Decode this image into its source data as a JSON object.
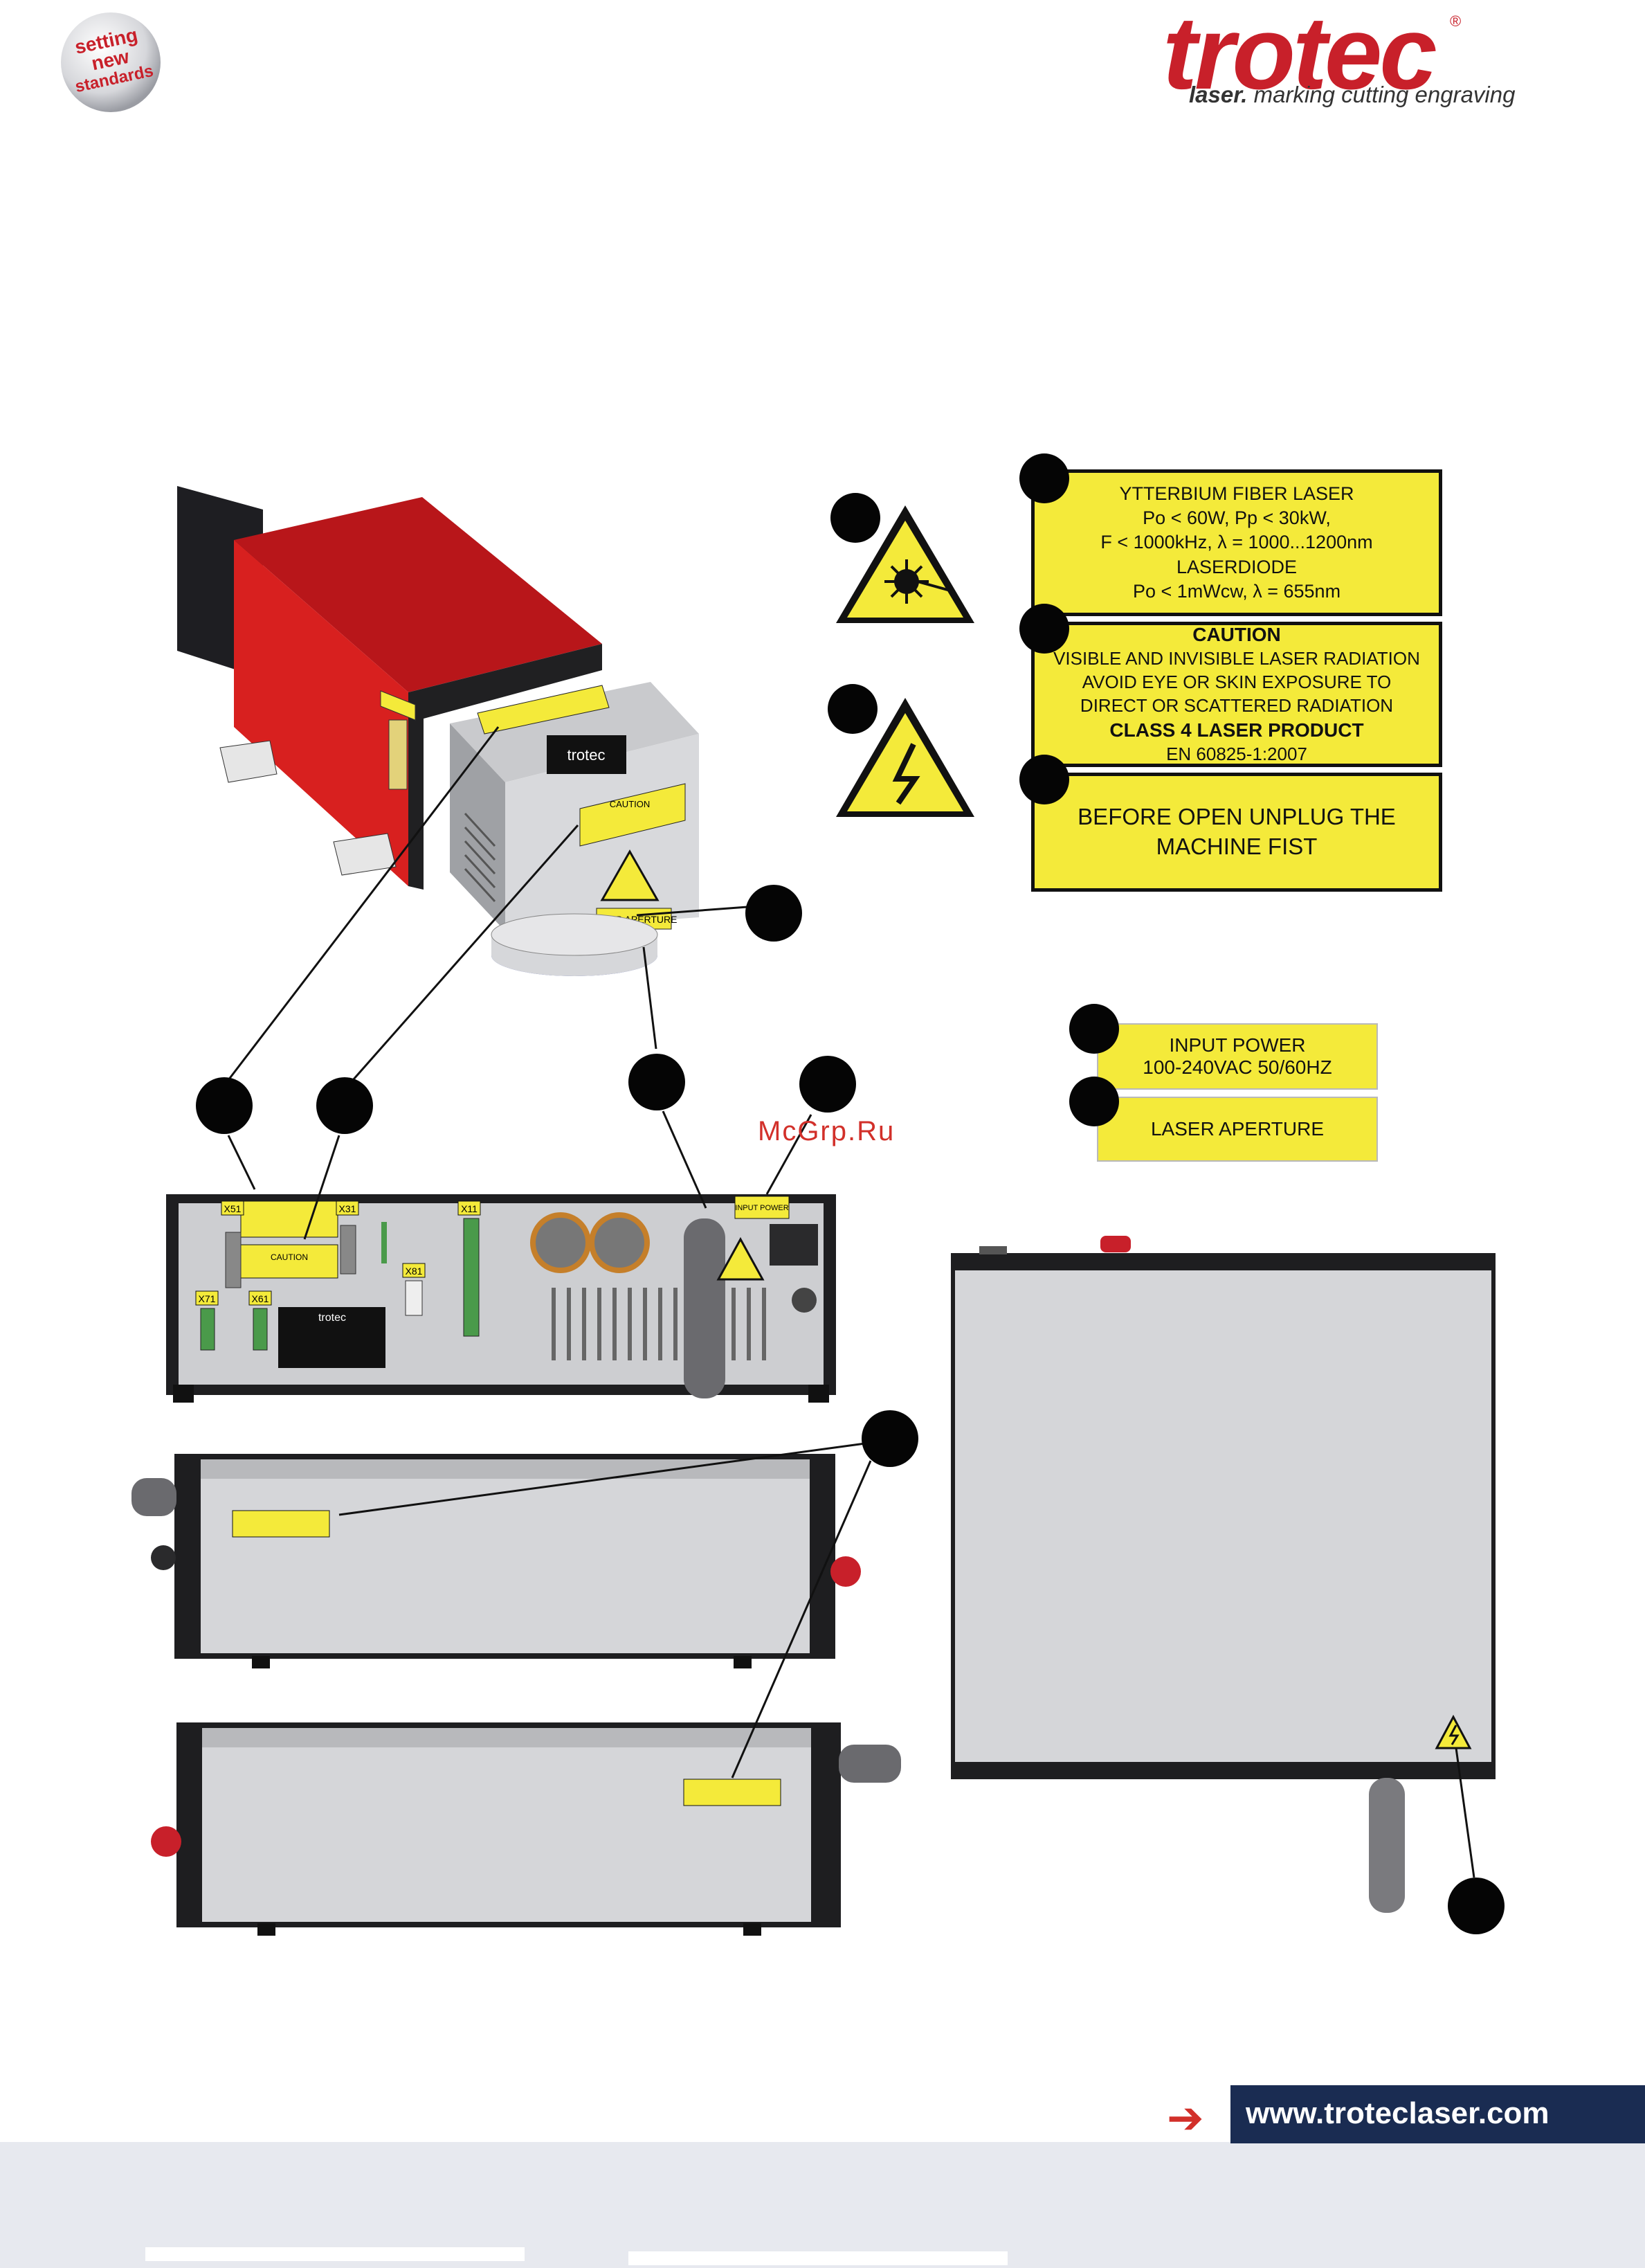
{
  "header": {
    "seal_text": [
      "setting",
      "new",
      "standards"
    ],
    "brand_name": "trotec",
    "brand_registered": "®",
    "tagline_bold": "laser.",
    "tagline_rest": " marking cutting engraving"
  },
  "labels": {
    "fiber": [
      "YTTERBIUM FIBER LASER",
      "Po < 60W, Pp < 30kW,",
      "F < 1000kHz, λ = 1000...1200nm",
      "LASERDIODE",
      "Po < 1mWcw, λ = 655nm"
    ],
    "caution_title": "CAUTION",
    "caution_lines": [
      "VISIBLE AND INVISIBLE LASER RADIATION",
      "AVOID EYE OR SKIN EXPOSURE TO",
      "DIRECT OR SCATTERED RADIATION"
    ],
    "caution_class": "CLASS 4 LASER PRODUCT",
    "caution_standard": "EN 60825-1:2007",
    "unplug": [
      "BEFORE OPEN UNPLUG THE",
      "MACHINE FIST"
    ],
    "input_power": [
      "INPUT POWER",
      "100-240VAC 50/60HZ"
    ],
    "laser_aperture": "LASER APERTURE"
  },
  "device": {
    "head_brand": "trotec",
    "head_aperture_label": "LASER APERTURE",
    "head_caution_label": "CAUTION",
    "rear_connectors": [
      "X51",
      "X31",
      "X11",
      "X71",
      "X61",
      "X81"
    ],
    "rear_brand": "trotec",
    "rear_input_label": "INPUT POWER",
    "rear_caution_label": "CAUTION"
  },
  "watermark": "McGrp.Ru",
  "footer": {
    "arrow": "➔",
    "url": "www.troteclaser.com"
  },
  "colors": {
    "brand_red": "#c8202a",
    "label_yellow": "#f4ea3a",
    "url_navy": "#1a2c52"
  }
}
